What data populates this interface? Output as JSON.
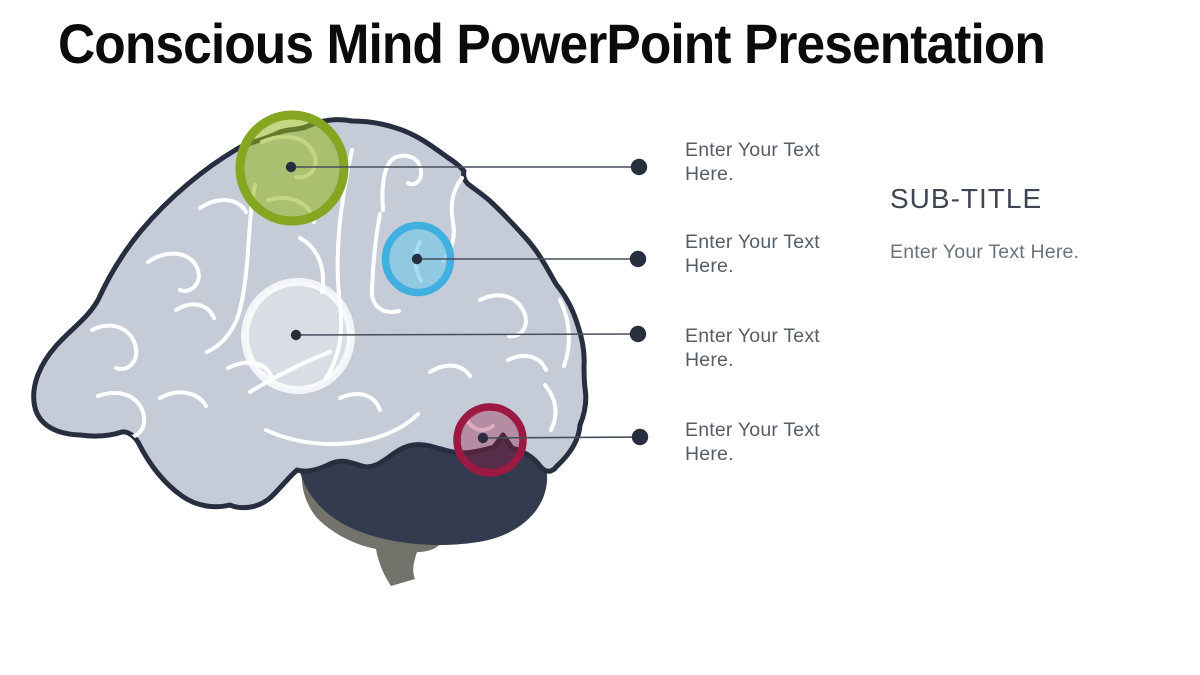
{
  "slide": {
    "title": "Conscious Mind PowerPoint Presentation"
  },
  "markers": [
    {
      "name": "green",
      "stroke": "#85a621",
      "fill": "rgba(150,180,30,0.55)",
      "label": "Enter Your Text Here."
    },
    {
      "name": "blue",
      "stroke": "#3fb0e0",
      "fill": "rgba(110,198,235,0.6)",
      "label": "Enter Your Text Here."
    },
    {
      "name": "white",
      "stroke": "#ffffff",
      "fill": "rgba(255,255,255,0.35)",
      "label": "Enter Your Text Here."
    },
    {
      "name": "red",
      "stroke": "#9c1942",
      "fill": "rgba(155,20,65,0.35)",
      "label": "Enter Your Text Here."
    }
  ],
  "subtitle": {
    "heading": "SUB-TITLE",
    "body": "Enter Your Text Here."
  },
  "illustration": {
    "subject": "human-brain-side-view",
    "cortex_fill": "#c5ccd8",
    "outline_color": "#272e40",
    "cerebellum_fill": "#333b4e",
    "stem_fill": "#73736c",
    "sulci_color": "#ffffff",
    "leader_line_color": "#474e5c",
    "dot_color": "#272e40"
  }
}
